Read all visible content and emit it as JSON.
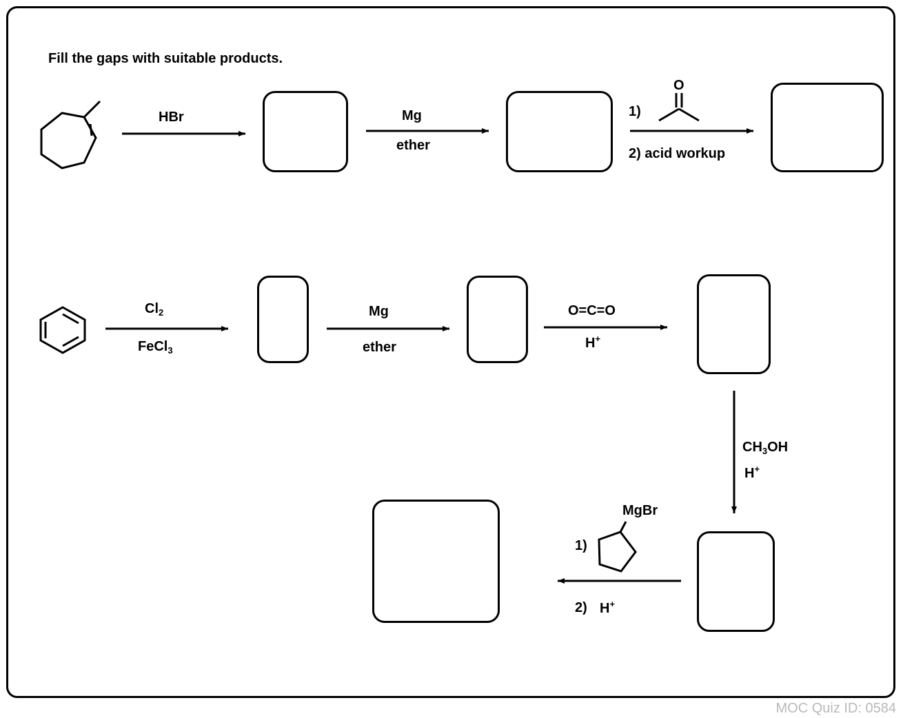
{
  "instruction": "Fill the gaps with suitable products.",
  "quiz_id": "MOC Quiz ID: 0584",
  "row1": {
    "reagent1_top": "HBr",
    "reagent2_top": "Mg",
    "reagent2_bottom": "ether",
    "reagent3_step1": "1)",
    "reagent3_oxygen": "O",
    "reagent3_step2": "2) acid workup"
  },
  "row2": {
    "reagent1_top_main": "Cl",
    "reagent1_top_sub": "2",
    "reagent1_bottom_main": "FeCl",
    "reagent1_bottom_sub": "3",
    "reagent2_top": "Mg",
    "reagent2_bottom": "ether",
    "reagent3_top": "O=C=O",
    "reagent3_bottom_main": "H",
    "reagent3_bottom_sup": "+",
    "reagent4_line1_a": "CH",
    "reagent4_line1_sub": "3",
    "reagent4_line1_b": "OH",
    "reagent4_line2_main": "H",
    "reagent4_line2_sup": "+",
    "reagent5_grignard": "MgBr",
    "reagent5_step1": "1)",
    "reagent5_step2": "2)",
    "reagent5_step2_main": "H",
    "reagent5_step2_sup": "+"
  },
  "structures": {
    "start1": "methylcycloheptene-icon",
    "start2": "benzene-icon",
    "ketone": "acetone-icon",
    "grignard": "cyclopentyl-icon"
  },
  "colors": {
    "line": "#000000",
    "quiz_id": "#b9b9b9",
    "background": "#ffffff"
  }
}
